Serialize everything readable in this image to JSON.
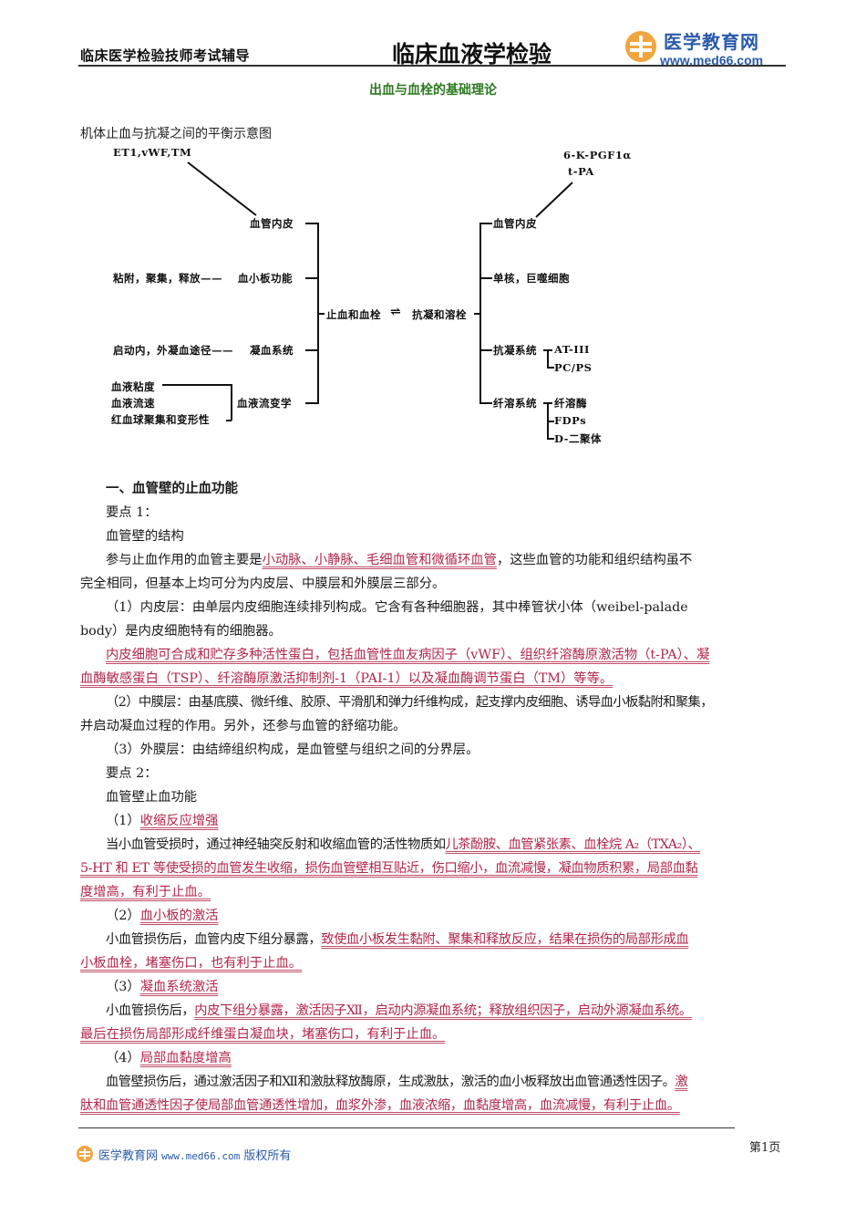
{
  "header": {
    "left_title": "临床医学检验技师考试辅导",
    "center_title": "临床血液学检验",
    "logo_title": "医学教育网",
    "logo_url": "www.med66.com"
  },
  "subtitle": "出血与血栓的基础理论",
  "figure": {
    "caption": "机体止血与抗凝之间的平衡示意图",
    "left": {
      "top_note": "ET1,vWF,TM",
      "branches": [
        {
          "label": "血管内皮",
          "note": ""
        },
        {
          "label": "血小板功能",
          "note": "粘附，聚集，释放——"
        },
        {
          "label": "凝血系统",
          "note": "启动内，外凝血途径——"
        },
        {
          "label": "血液流变学",
          "notes": [
            "血液粘度",
            "血液流速",
            "红血球聚集和变形性"
          ]
        }
      ]
    },
    "center": {
      "left_label": "止血和血栓",
      "arrow": "⇌",
      "right_label": "抗凝和溶栓"
    },
    "right": {
      "top_notes": [
        "6-K-PGF1α",
        "t-PA"
      ],
      "branches": [
        {
          "label": "血管内皮",
          "children": []
        },
        {
          "label": "单核，巨噬细胞",
          "children": []
        },
        {
          "label": "抗凝系统",
          "children": [
            "AT-III",
            "PC/PS"
          ]
        },
        {
          "label": "纤溶系统",
          "children": [
            "纤溶酶",
            "FDPs",
            "D-二聚体"
          ]
        }
      ]
    }
  },
  "content": {
    "section1_title": "一、血管壁的止血功能",
    "point1_label": "要点 1：",
    "point1_title": "血管壁的结构",
    "p1_a": "参与止血作用的血管主要是",
    "p1_hl": "小动脉、小静脉、毛细血管和微循环血管",
    "p1_b": "，这些血管的功能和组织结构虽不",
    "p1_c": "完全相同，但基本上均可分为内皮层、中膜层和外膜层三部分。",
    "p2_a": "（1）内皮层：由单层内皮细胞连续排列构成。它含有各种细胞器，其中棒管状小体（weibel-palade",
    "p2_b": "body）是内皮细胞特有的细胞器。",
    "p3_hl_a": "内皮细胞可合成和贮存多种活性蛋白，包括血管性血友病因子（vWF）、组织纤溶酶原激活物（t-PA）、凝",
    "p3_hl_b": "血酶敏感蛋白（TSP）、纤溶酶原激活抑制剂-1（PAI-1）以及凝血酶调节蛋白（TM）等等。",
    "p4_a": "（2）中膜层：由基底膜、微纤维、胶原、平滑肌和弹力纤维构成，起支撑内皮细胞、诱导血小板黏附和聚集，",
    "p4_b": "并启动凝血过程的作用。另外，还参与血管的舒缩功能。",
    "p5": "（3）外膜层：由结缔组织构成，是血管壁与组织之间的分界层。",
    "point2_label": "要点 2：",
    "point2_title": "血管壁止血功能",
    "s1_num": "（1）",
    "s1_title": "收缩反应增强",
    "s1_a": "当小血管受损时，通过神经轴突反射和收缩血管的活性物质如",
    "s1_hl_a": "儿茶酚胺、血管紧张素、血栓烷 A₂（TXA₂）、",
    "s1_hl_b": "5-HT 和 ET 等使受损的血管发生收缩，损伤血管壁相互贴近，伤口缩小，血流减慢，凝血物质积累，局部血黏",
    "s1_hl_c": "度增高，有利于止血。",
    "s2_num": "（2）",
    "s2_title": "血小板的激活",
    "s2_a": "小血管损伤后，血管内皮下组分暴露，",
    "s2_hl_a": "致使血小板发生黏附、聚集和释放反应，结果在损伤的局部形成血",
    "s2_hl_b": "小板血栓，堵塞伤口，也有利于止血。",
    "s3_num": "（3）",
    "s3_title": "凝血系统激活",
    "s3_a": "小血管损伤后，",
    "s3_hl_a": "内皮下组分暴露，激活因子Ⅻ，启动内源凝血系统；释放组织因子，启动外源凝血系统。",
    "s3_hl_b": "最后在损伤局部形成纤维蛋白凝血块，堵塞伤口，有利于止血。",
    "s4_num": "（4）",
    "s4_title": "局部血黏度增高",
    "s4_a": "血管壁损伤后，通过激活因子和Ⅻ和激肽释放酶原，生成激肽，激活的血小板释放出血管通透性因子。",
    "s4_hl_a": "激",
    "s4_hl_b": "肽和血管通透性因子使局部血管通透性增加，血浆外渗，血液浓缩，血黏度增高，血流减慢，有利于止血。"
  },
  "footer": {
    "brand": "医学教育网",
    "url": "www.med66.com",
    "rights": "版权所有",
    "page": "第1页"
  },
  "colors": {
    "subtitle_green": "#2c7a1f",
    "highlight_red": "#b0264a",
    "logo_blue": "#2a5ba8",
    "logo_orange": "#f0a640"
  }
}
